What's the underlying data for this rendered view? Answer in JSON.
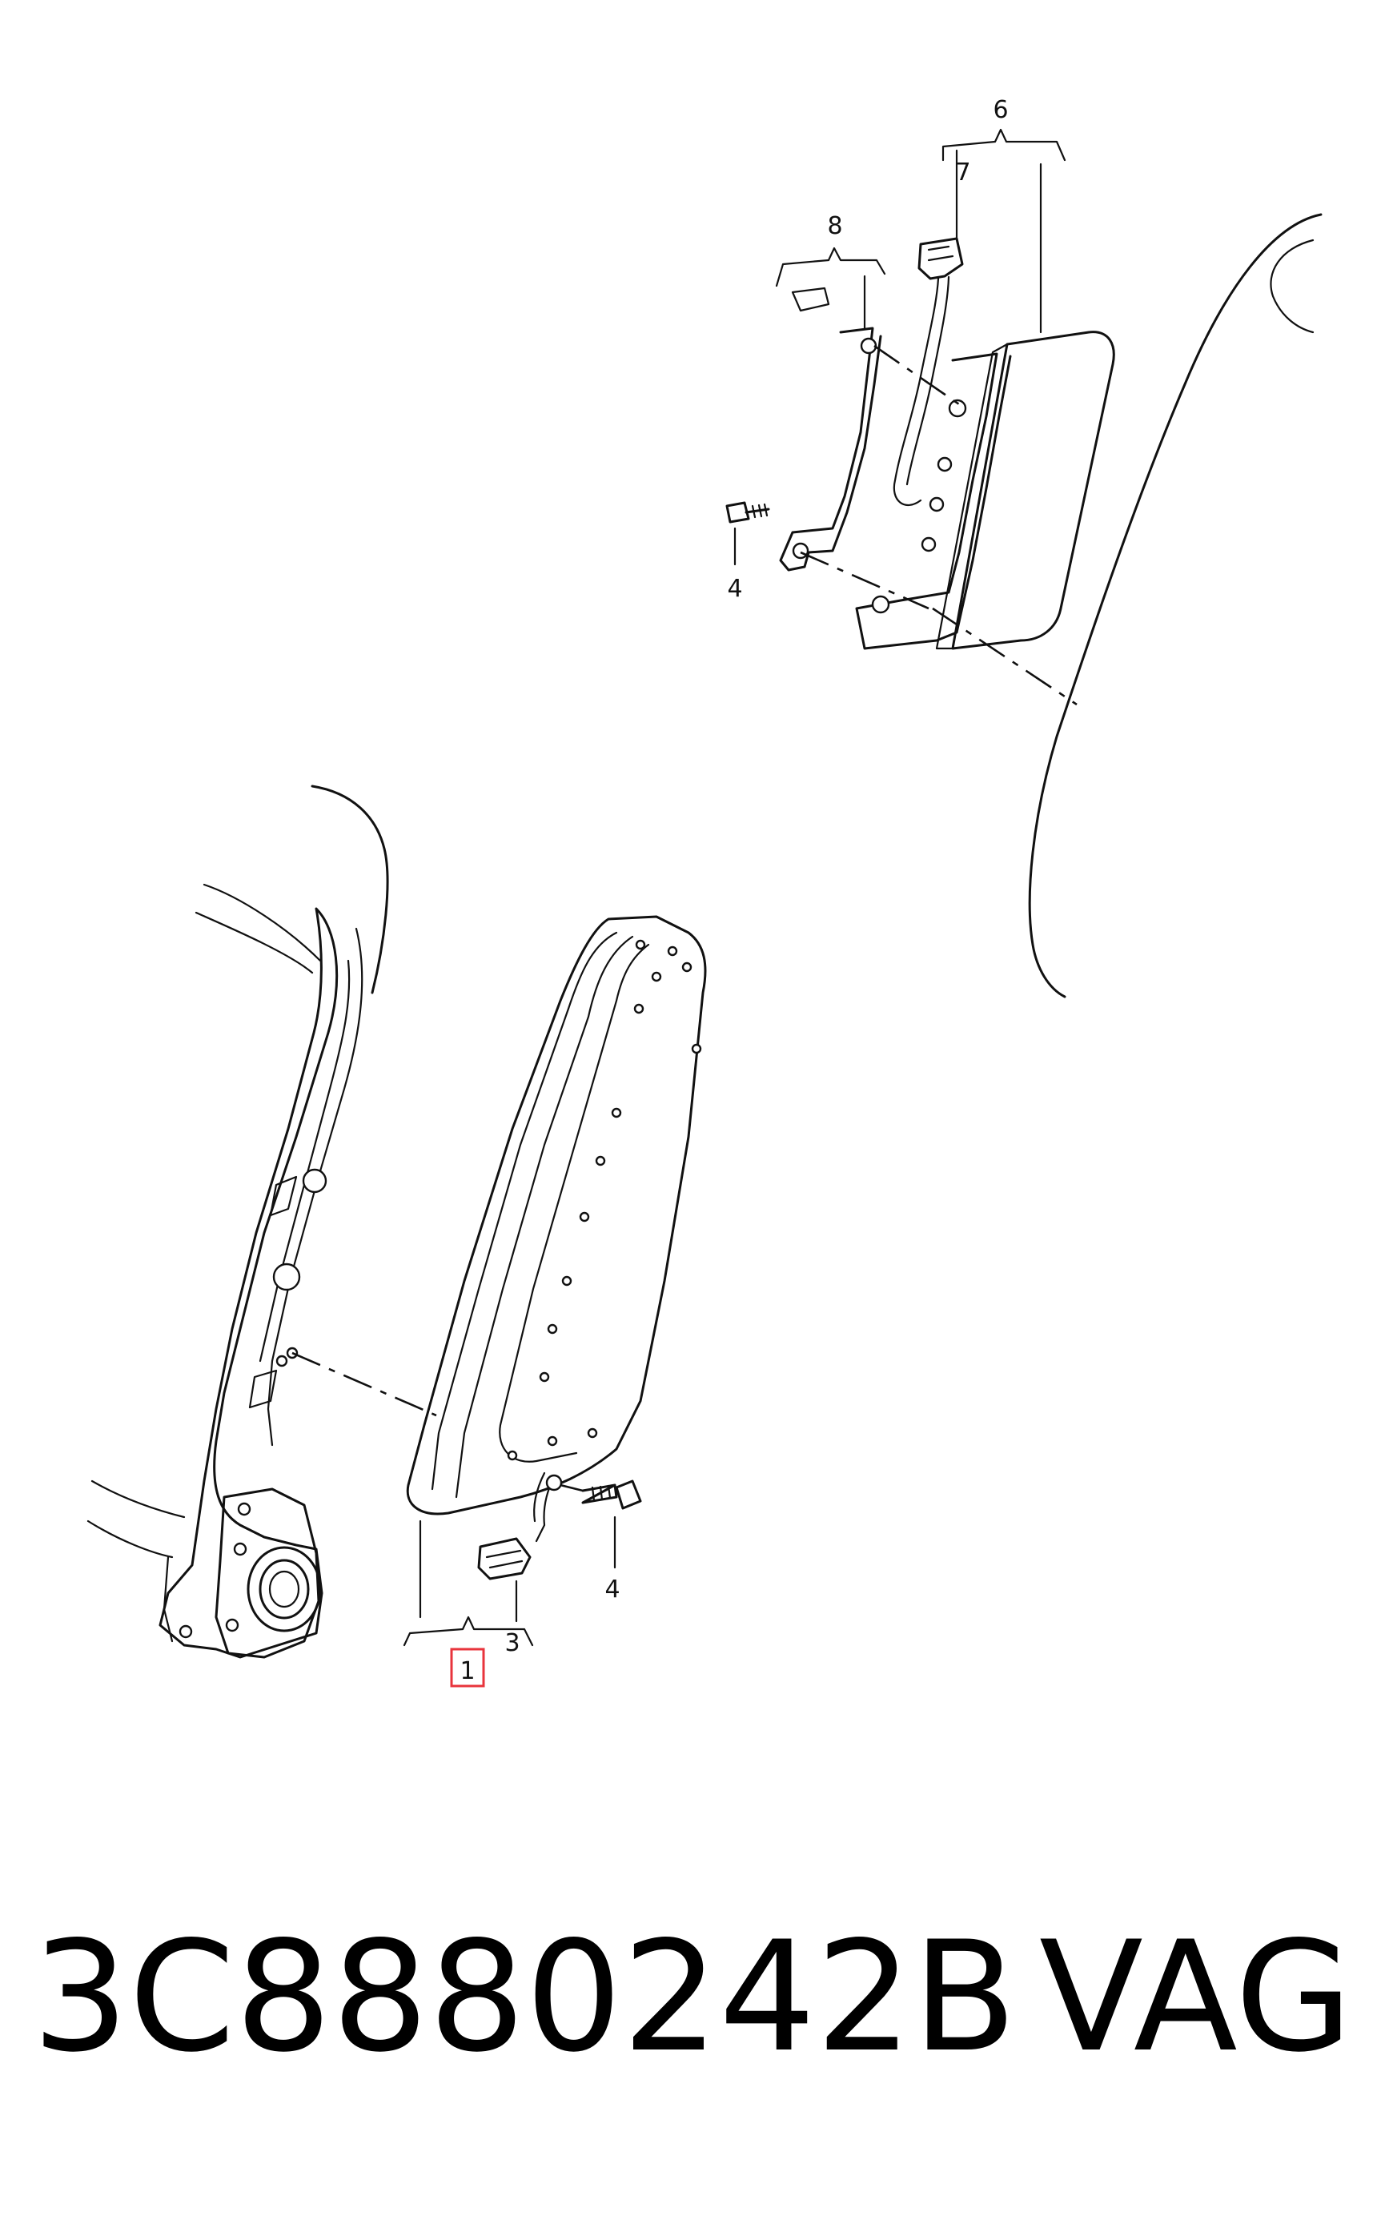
{
  "callouts": {
    "c1": "1",
    "c3": "3",
    "c4a": "4",
    "c4b": "4",
    "c6": "6",
    "c7": "7",
    "c8": "8"
  },
  "highlight_color": "#e8343c",
  "caption": {
    "part_number": "3C8880242B",
    "brand": "VAG"
  }
}
